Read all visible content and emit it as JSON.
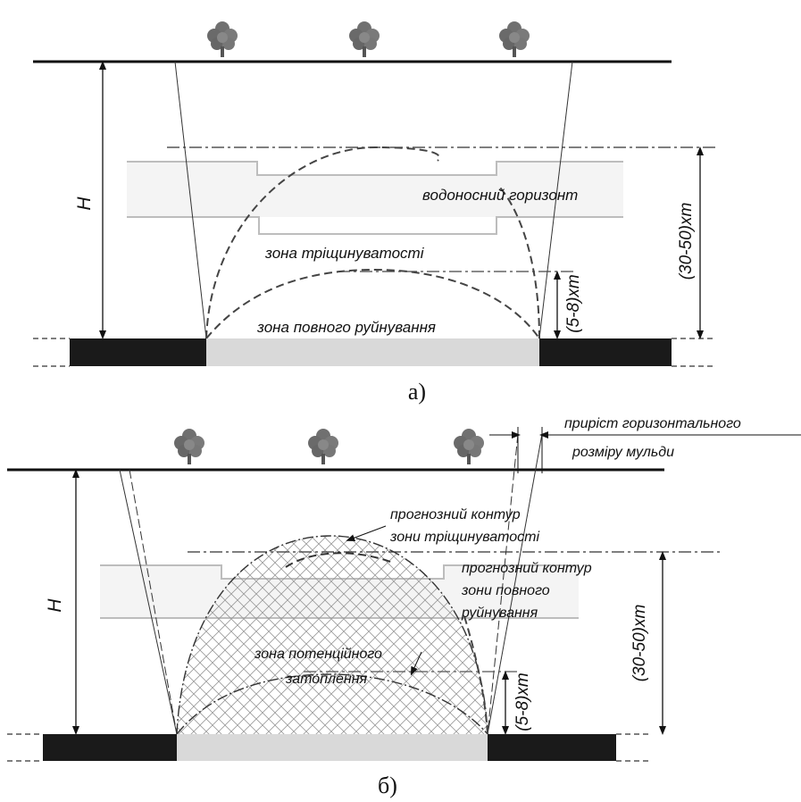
{
  "panel_a": {
    "caption": "а)",
    "h_label": "H",
    "dim_large": "(30-50)хт",
    "dim_small": "(5-8)хт",
    "aquifer_label": "водоносний горизонт",
    "fracture_zone_label": "зона тріщинуватості",
    "collapse_zone_label": "зона повного руйнування"
  },
  "panel_b": {
    "caption": "б)",
    "h_label": "H",
    "dim_large": "(30-50)хт",
    "dim_small": "(5-8)хт",
    "increment_label_1": "приріст горизонтального",
    "increment_label_2": "розміру мульди",
    "forecast_fracture_1": "прогнозний контур",
    "forecast_fracture_2": "зони тріщинуватості",
    "forecast_collapse_1": "прогнозний контур",
    "forecast_collapse_2": "зони повного",
    "forecast_collapse_3": "руйнування",
    "flood_zone_1": "зона потенційного",
    "flood_zone_2": "затоплення"
  },
  "colors": {
    "ink": "#111111",
    "seam": "#1a1a1a",
    "mined": "#d8d8d8",
    "aquifer": "#f2f2f2",
    "tree": "#6f6f6f"
  }
}
